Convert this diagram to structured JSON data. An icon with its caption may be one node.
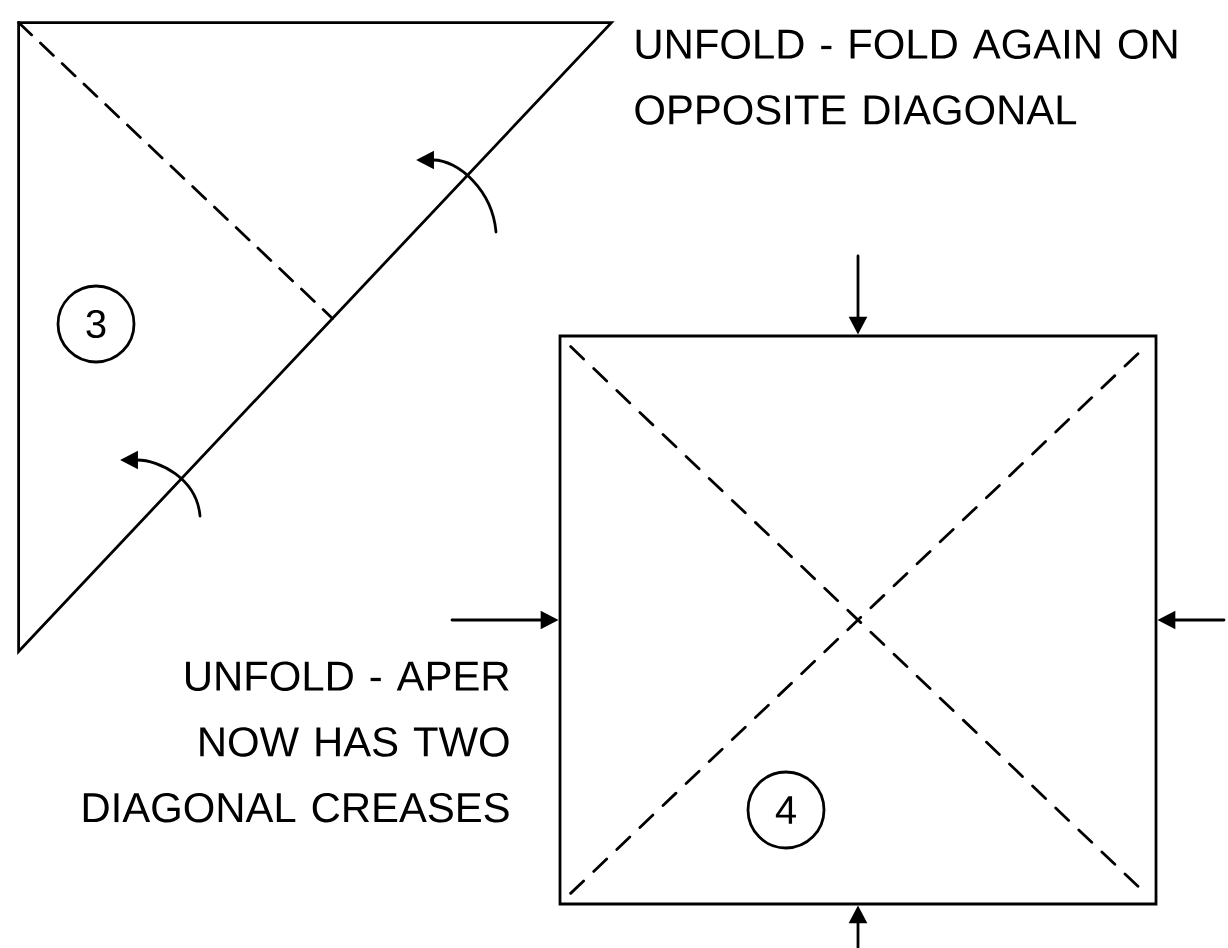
{
  "diagram": {
    "nodes": [
      {
        "text": [],
        "shape": "triangle"
      },
      {
        "text": [
          "3"
        ],
        "in": 0
      },
      {
        "text": [],
        "shape": "box"
      },
      {
        "text": [
          "4"
        ],
        "in": 2
      }
    ],
    "edges": [
      {
        "from": null,
        "to": 2,
        "arrow": "to"
      },
      {
        "from": null,
        "to": 2,
        "arrow": "to"
      },
      {
        "from": null,
        "to": 2,
        "arrow": "to"
      },
      {
        "from": null,
        "to": 2,
        "arrow": "to"
      }
    ],
    "labels": [
      "UNFOLD - FOLD AGAIN ON OPPOSITE DIAGONAL",
      "UNFOLD - APER NOW HAS TWO DIAGONAL CREASES"
    ]
  }
}
